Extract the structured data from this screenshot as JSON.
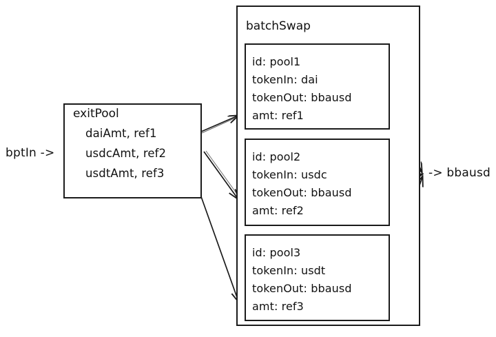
{
  "diagram": {
    "title_hidden": "",
    "background_color": "#ffffff",
    "ink_color": "#111111",
    "inputs": [
      {
        "name": "bpt-input-label",
        "text": "bptIn ->"
      }
    ],
    "outputs": [
      {
        "name": "bbausd-output-label",
        "text": "-> bbausd"
      }
    ],
    "exit_pool": {
      "title": "exitPool",
      "lines": [
        "daiAmt, ref1",
        "usdcAmt, ref2",
        "usdtAmt, ref3"
      ]
    },
    "batch_swap": {
      "title": "batchSwap",
      "swaps": [
        {
          "id_line": "id: pool1",
          "token_in_line": "tokenIn: dai",
          "token_out_line": "tokenOut: bbausd",
          "amt_line": "amt: ref1"
        },
        {
          "id_line": "id: pool2",
          "token_in_line": "tokenIn: usdc",
          "token_out_line": "tokenOut: bbausd",
          "amt_line": "amt: ref2"
        },
        {
          "id_line": "id: pool3",
          "token_in_line": "tokenIn: usdt",
          "token_out_line": "tokenOut: bbausd",
          "amt_line": "amt: ref3"
        }
      ]
    }
  }
}
